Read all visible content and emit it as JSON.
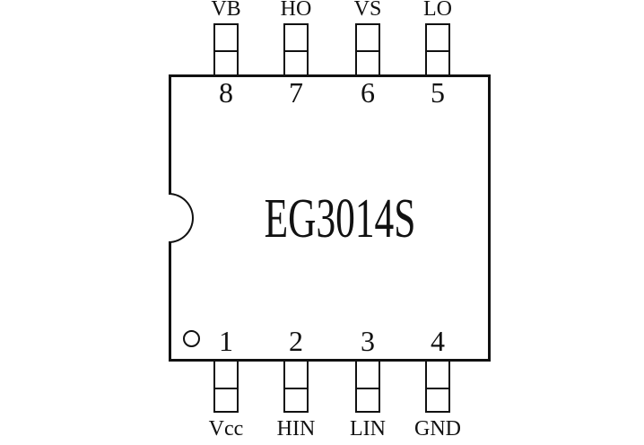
{
  "colors": {
    "line": "#111111",
    "background": "#ffffff"
  },
  "chip": {
    "title": "EG3014S",
    "top_pins": [
      {
        "number": "8",
        "label": "VB"
      },
      {
        "number": "7",
        "label": "HO"
      },
      {
        "number": "6",
        "label": "VS"
      },
      {
        "number": "5",
        "label": "LO"
      }
    ],
    "bottom_pins": [
      {
        "number": "1",
        "label": "Vcc"
      },
      {
        "number": "2",
        "label": "HIN"
      },
      {
        "number": "3",
        "label": "LIN"
      },
      {
        "number": "4",
        "label": "GND"
      }
    ]
  }
}
